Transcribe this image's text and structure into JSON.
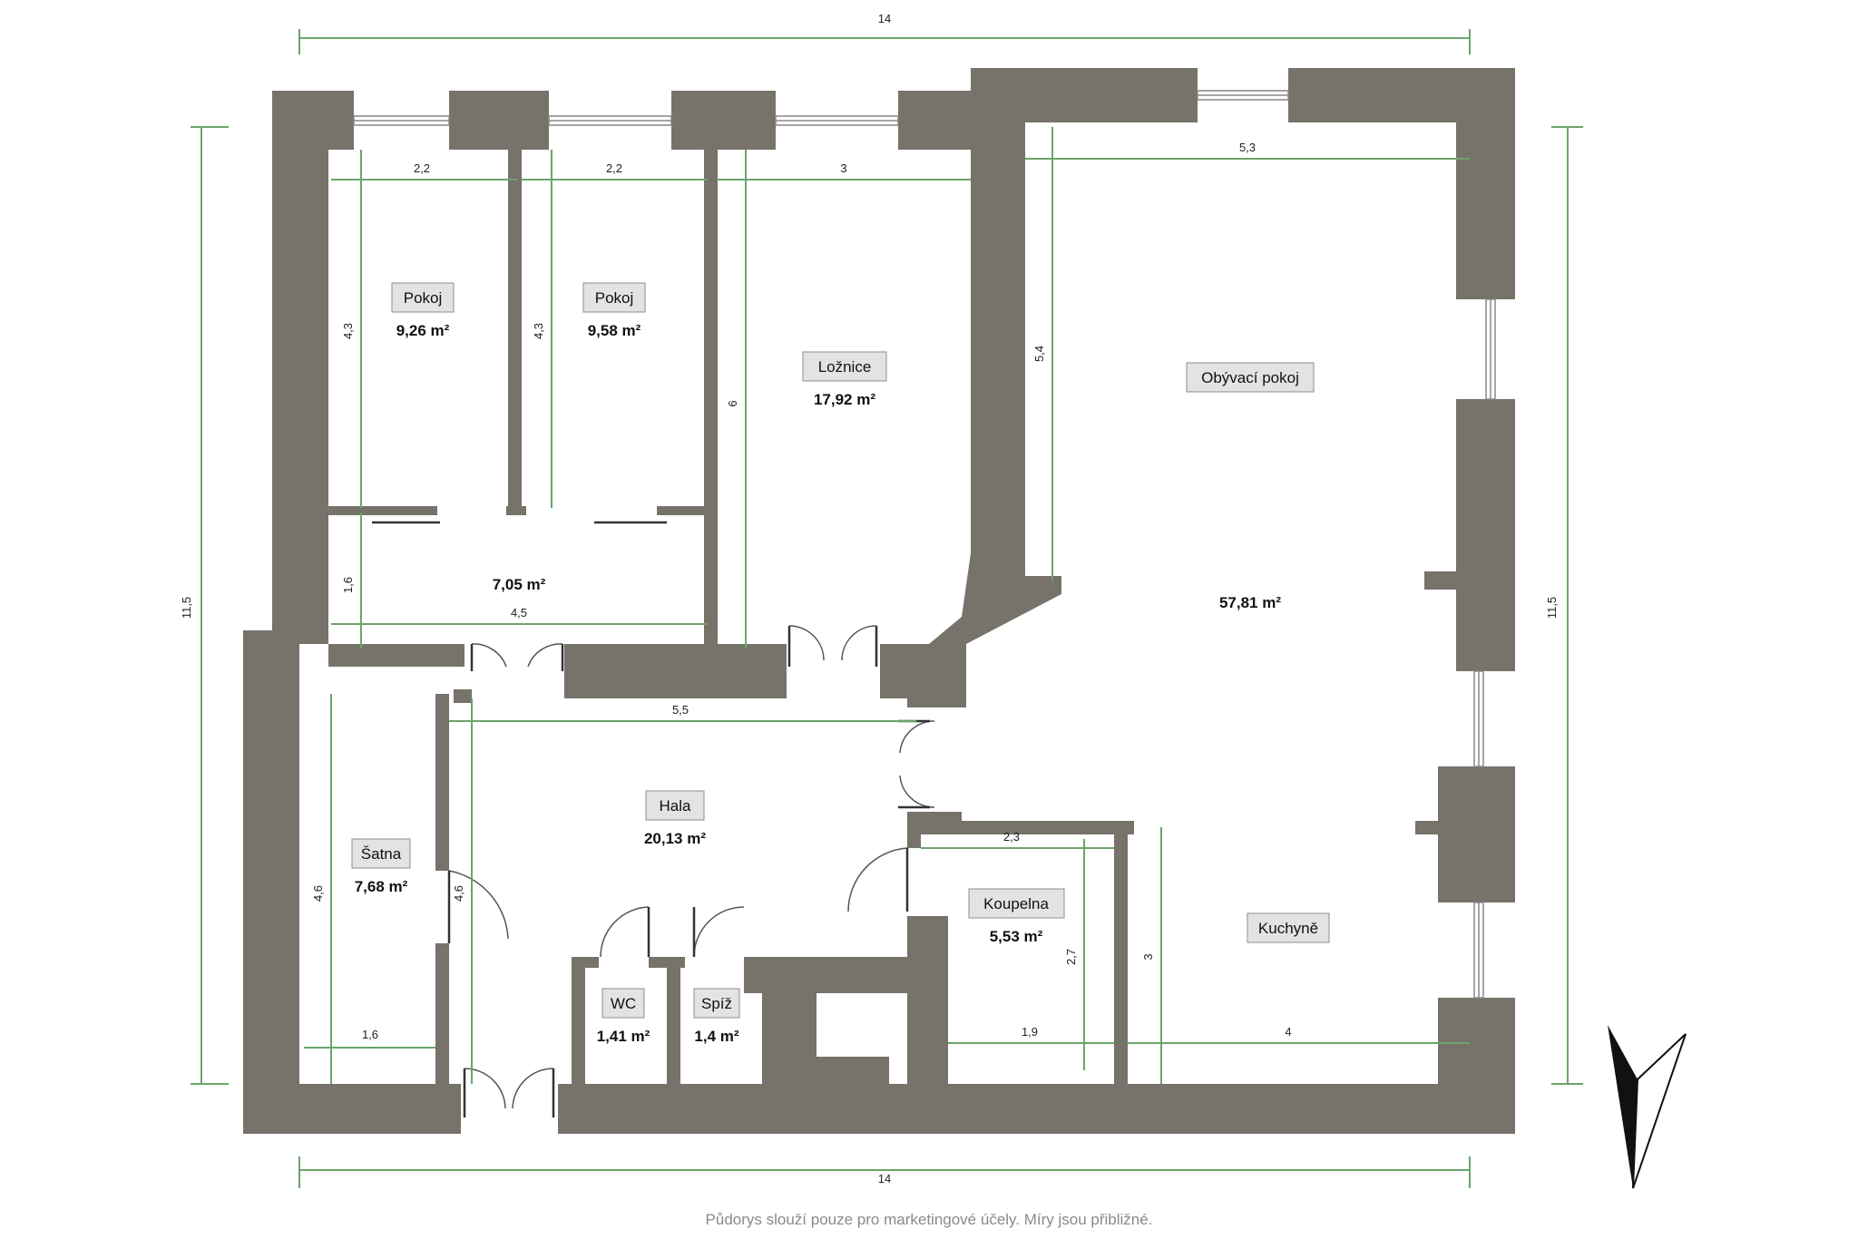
{
  "disclaimer": "Půdorys slouží pouze pro marketingové účely. Míry jsou přibližné.",
  "rooms": [
    {
      "name": "Pokoj",
      "area": "9,26 m²"
    },
    {
      "name": "Pokoj",
      "area": "9,58 m²"
    },
    {
      "name": "Ložnice",
      "area": "17,92 m²"
    },
    {
      "name": "Obývací pokoj",
      "area": "57,81 m²"
    },
    {
      "name": "",
      "area": "7,05 m²"
    },
    {
      "name": "Hala",
      "area": "20,13 m²"
    },
    {
      "name": "Šatna",
      "area": "7,68 m²"
    },
    {
      "name": "Koupelna",
      "area": "5,53 m²"
    },
    {
      "name": "WC",
      "area": "1,41 m²"
    },
    {
      "name": "Spíž",
      "area": "1,4 m²"
    },
    {
      "name": "Kuchyně",
      "area": ""
    }
  ],
  "dimensions": {
    "overall_top": "14",
    "overall_bottom": "14",
    "overall_left": "11,5",
    "overall_right": "11,5",
    "pokoj1_width": "2,2",
    "pokoj2_width": "2,2",
    "loznice_width": "3",
    "obyvaci_width": "5,3",
    "pokoj1_height": "4,3",
    "pokoj2_height": "4,3",
    "loznice_height": "6",
    "obyvaci_height": "5,4",
    "corridor_height": "1,6",
    "corridor_width": "4,5",
    "hala_width": "5,5",
    "satna_height": "4,6",
    "hala_height": "4,6",
    "satna_width": "1,6",
    "koupelna_width_top": "2,3",
    "koupelna_height": "2,7",
    "koupelna_width_bottom": "1,9",
    "kuchyne_height": "3",
    "kuchyne_width": "4"
  },
  "compass": {
    "icon": "north-arrow-icon"
  },
  "colors": {
    "wall": "#77726a",
    "dimension": "#6aa56a",
    "label_box": "#e3e3e3"
  }
}
